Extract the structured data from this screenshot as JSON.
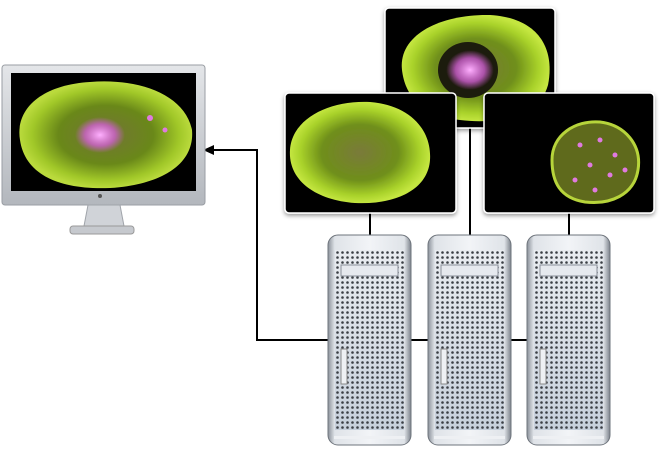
{
  "diagram": {
    "description_nodes": [
      "display-monitor",
      "render-panel-left",
      "render-panel-top",
      "render-panel-right",
      "tower-1",
      "tower-2",
      "tower-3"
    ],
    "icons": {
      "monitor": "display-monitor-icon",
      "tower": "workstation-tower-icon",
      "arrow": "arrow-left-icon"
    },
    "colors": {
      "cell_green": "#9ac21e",
      "cell_pink": "#e07ae0",
      "screen_bg": "#000000",
      "connector": "#000000",
      "tower_silver": "#c9ced6"
    }
  }
}
